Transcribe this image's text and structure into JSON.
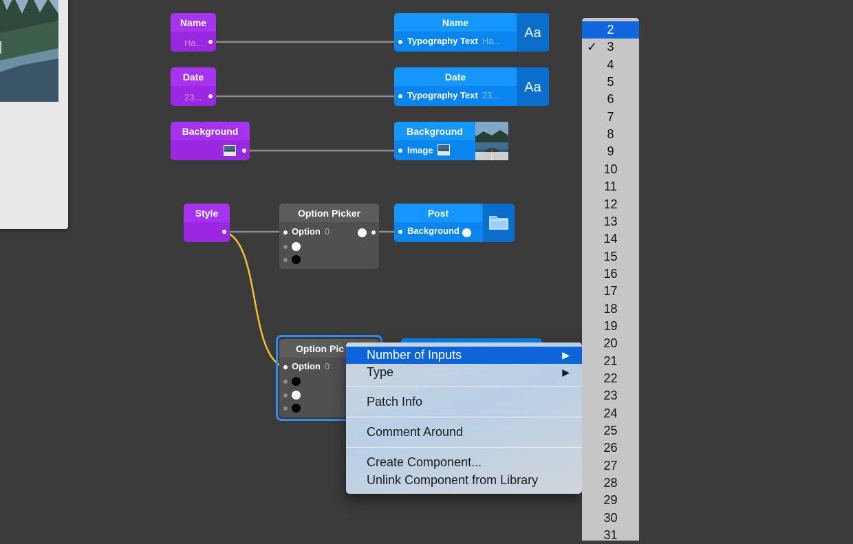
{
  "nodes": {
    "name_in": {
      "title": "Name",
      "value": "Ha..."
    },
    "date_in": {
      "title": "Date",
      "value": "23..."
    },
    "bg_in": {
      "title": "Background"
    },
    "name_out": {
      "title": "Name",
      "port": "Typography Text",
      "value": "Ha...",
      "icon_label": "Aa"
    },
    "date_out": {
      "title": "Date",
      "port": "Typography Text",
      "value": "23...",
      "icon_label": "Aa"
    },
    "bg_out": {
      "title": "Background",
      "port": "Image"
    },
    "style": {
      "title": "Style"
    },
    "option_picker_1": {
      "title": "Option Picker",
      "port": "Option",
      "value": "0"
    },
    "post": {
      "title": "Post",
      "port": "Background"
    },
    "option_picker_2": {
      "title": "Option Pic",
      "port": "Option",
      "value": "0"
    }
  },
  "context_menu": {
    "items": [
      {
        "label": "Number of Inputs",
        "has_submenu": true,
        "highlighted": true
      },
      {
        "label": "Type",
        "has_submenu": true
      },
      {
        "label": "Patch Info"
      },
      {
        "label": "Comment Around"
      },
      {
        "label": "Create Component..."
      },
      {
        "label": "Unlink Component from Library"
      }
    ],
    "submenu_arrow": "▶"
  },
  "number_list": {
    "highlighted": "2",
    "checked": "3",
    "check_glyph": "✓",
    "items": [
      "2",
      "3",
      "4",
      "5",
      "6",
      "7",
      "8",
      "9",
      "10",
      "11",
      "12",
      "13",
      "14",
      "15",
      "16",
      "17",
      "18",
      "19",
      "20",
      "21",
      "22",
      "23",
      "24",
      "25",
      "26",
      "27",
      "28",
      "29",
      "30",
      "31"
    ]
  },
  "colors": {
    "canvas": "#3b3b3b",
    "purple_node": "#a634ee",
    "blue_node": "#1496fb",
    "gray_node": "#5c5c5c",
    "selection": "#2f8cf0",
    "wire": "#8e8e8e",
    "active_wire": "#f2c230",
    "menu_highlight": "#0d63d8"
  }
}
